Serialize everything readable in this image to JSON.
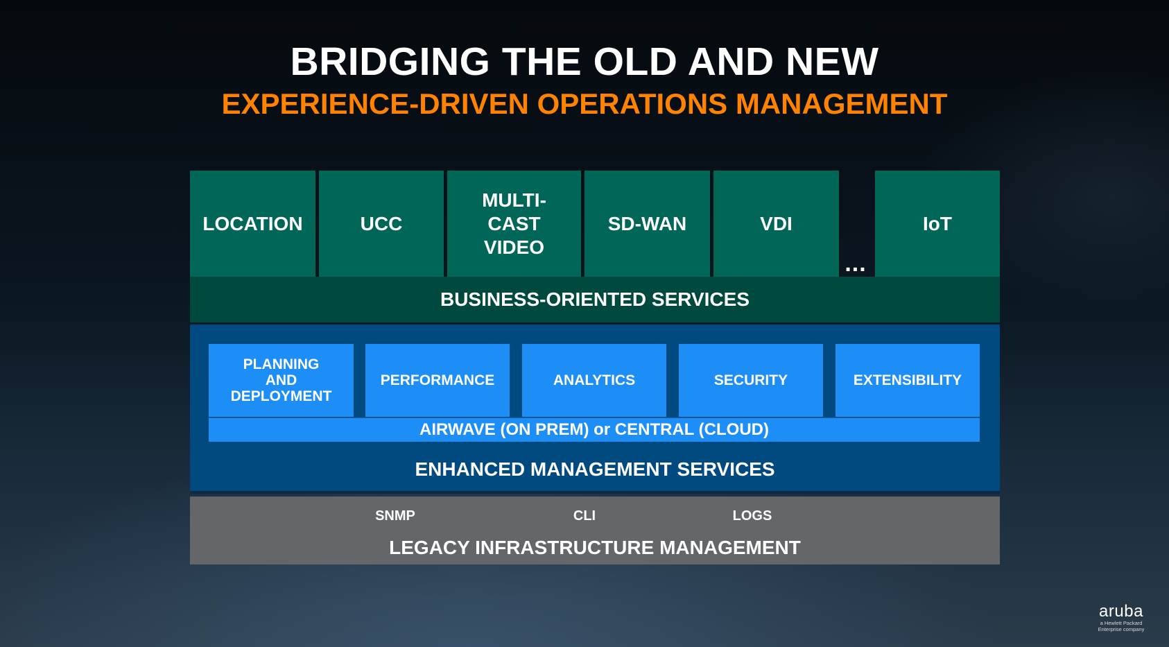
{
  "header": {
    "title": "BRIDGING THE OLD AND NEW",
    "subtitle": "EXPERIENCE-DRIVEN OPERATIONS MANAGEMENT"
  },
  "business_services": {
    "items": [
      "LOCATION",
      "UCC",
      "MULTI-\nCAST\nVIDEO",
      "SD-WAN",
      "VDI",
      "IoT"
    ],
    "ellipsis": "...",
    "label": "BUSINESS-ORIENTED SERVICES"
  },
  "enhanced_management": {
    "items": [
      "PLANNING\nAND\nDEPLOYMENT",
      "PERFORMANCE",
      "ANALYTICS",
      "SECURITY",
      "EXTENSIBILITY"
    ],
    "platform": "AIRWAVE (ON PREM) or CENTRAL (CLOUD)",
    "label": "ENHANCED MANAGEMENT SERVICES"
  },
  "legacy": {
    "items": [
      "SNMP",
      "CLI",
      "LOGS"
    ],
    "label": "LEGACY INFRASTRUCTURE MANAGEMENT"
  },
  "logo": {
    "wordmark": "aruba",
    "tagline": "a Hewlett Packard Enterprise company"
  },
  "colors": {
    "title": "#ffffff",
    "subtitle": "#ff8300",
    "business_tile": "#006658",
    "business_band": "#00493f",
    "enhanced_band": "#014a7f",
    "management_tile": "#1e8ef7",
    "legacy_band": "#63676a"
  }
}
